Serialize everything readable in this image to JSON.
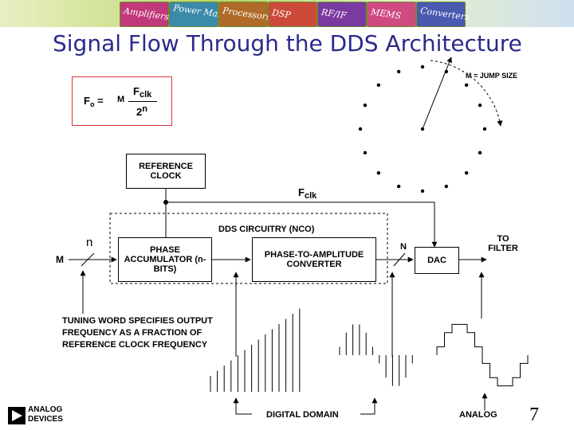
{
  "banner": {
    "tiles": [
      {
        "label": "Amplifiers",
        "color": "#c0397a"
      },
      {
        "label": "Power Management",
        "color": "#3a8aa8"
      },
      {
        "label": "Processors",
        "color": "#b06a2a"
      },
      {
        "label": "DSP",
        "color": "#cc4a3a"
      },
      {
        "label": "RF/IF",
        "color": "#7a3aa0"
      },
      {
        "label": "MEMS",
        "color": "#cf4a80"
      },
      {
        "label": "Converters",
        "color": "#4a5ab0"
      }
    ]
  },
  "title": "Signal Flow Through the DDS Architecture",
  "formula": {
    "lhs": "F",
    "lhs_sub": "o",
    "eq": "=",
    "m": "M",
    "num": "F",
    "num_sub": "clk",
    "den": "2",
    "den_sup": "n"
  },
  "phase_wheel": {
    "label": "M = JUMP SIZE",
    "dots": 16
  },
  "diagram": {
    "reference_clock": "REFERENCE CLOCK",
    "fclk_label": {
      "main": "F",
      "sub": "clk"
    },
    "dds_circuitry": "DDS CIRCUITRY (NCO)",
    "m_label": "M",
    "n_label": "n",
    "phase_accumulator": "PHASE ACCUMULATOR (n-BITS)",
    "phase_to_amplitude": "PHASE-TO-AMPLITUDE CONVERTER",
    "N_label": "N",
    "dac": "DAC",
    "to_filter": "TO FILTER",
    "tuning_note": "TUNING WORD SPECIFIES OUTPUT FREQUENCY AS A FRACTION OF REFERENCE CLOCK FREQUENCY",
    "digital_domain": "DIGITAL DOMAIN",
    "analog": "ANALOG"
  },
  "logo": {
    "line1": "ANALOG",
    "line2": "DEVICES"
  },
  "page_number": "7"
}
